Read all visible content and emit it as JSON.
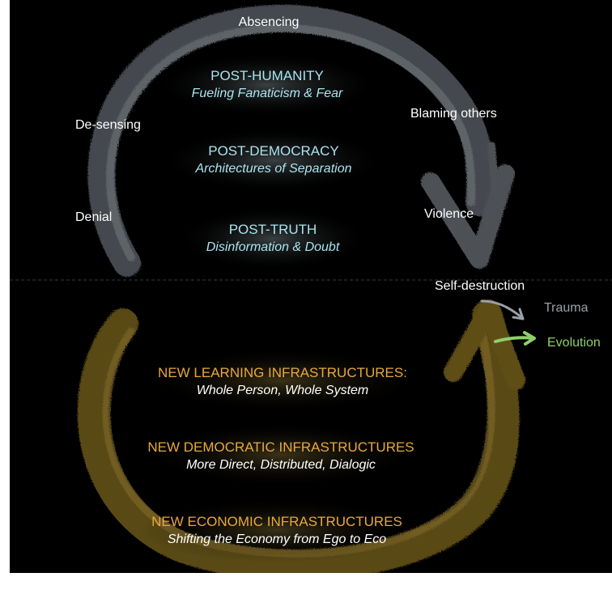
{
  "diagram": {
    "top_cycle": {
      "labels": {
        "absencing": "Absencing",
        "de_sensing": "De-sensing",
        "denial": "Denial",
        "blaming_others": "Blaming others",
        "violence": "Violence",
        "self_destruction": "Self-destruction"
      },
      "blocks": [
        {
          "heading": "POST-HUMANITY",
          "subtitle": "Fueling Fanaticism & Fear"
        },
        {
          "heading": "POST-DEMOCRACY",
          "subtitle": "Architectures of Separation"
        },
        {
          "heading": "POST-TRUTH",
          "subtitle": "Disinformation & Doubt"
        }
      ]
    },
    "branches": {
      "trauma": "Trauma",
      "evolution": "Evolution"
    },
    "bottom_cycle": {
      "blocks": [
        {
          "heading": "NEW LEARNING INFRASTRUCTURES:",
          "subtitle": "Whole Person, Whole System"
        },
        {
          "heading": "NEW DEMOCRATIC INFRASTRUCTURES",
          "subtitle": "More Direct, Distributed, Dialogic"
        },
        {
          "heading": "NEW ECONOMIC INFRASTRUCTURES",
          "subtitle": "Shifting the Economy from Ego to Eco"
        }
      ]
    },
    "colors": {
      "background": "#000000",
      "top_stroke": "#5a5e63",
      "bottom_stroke": "#6e5a1c",
      "top_text": "#a8e4ef",
      "bottom_heading": "#e8a83a",
      "trauma": "#9aa0a6",
      "evolution": "#8fcf6a"
    }
  }
}
